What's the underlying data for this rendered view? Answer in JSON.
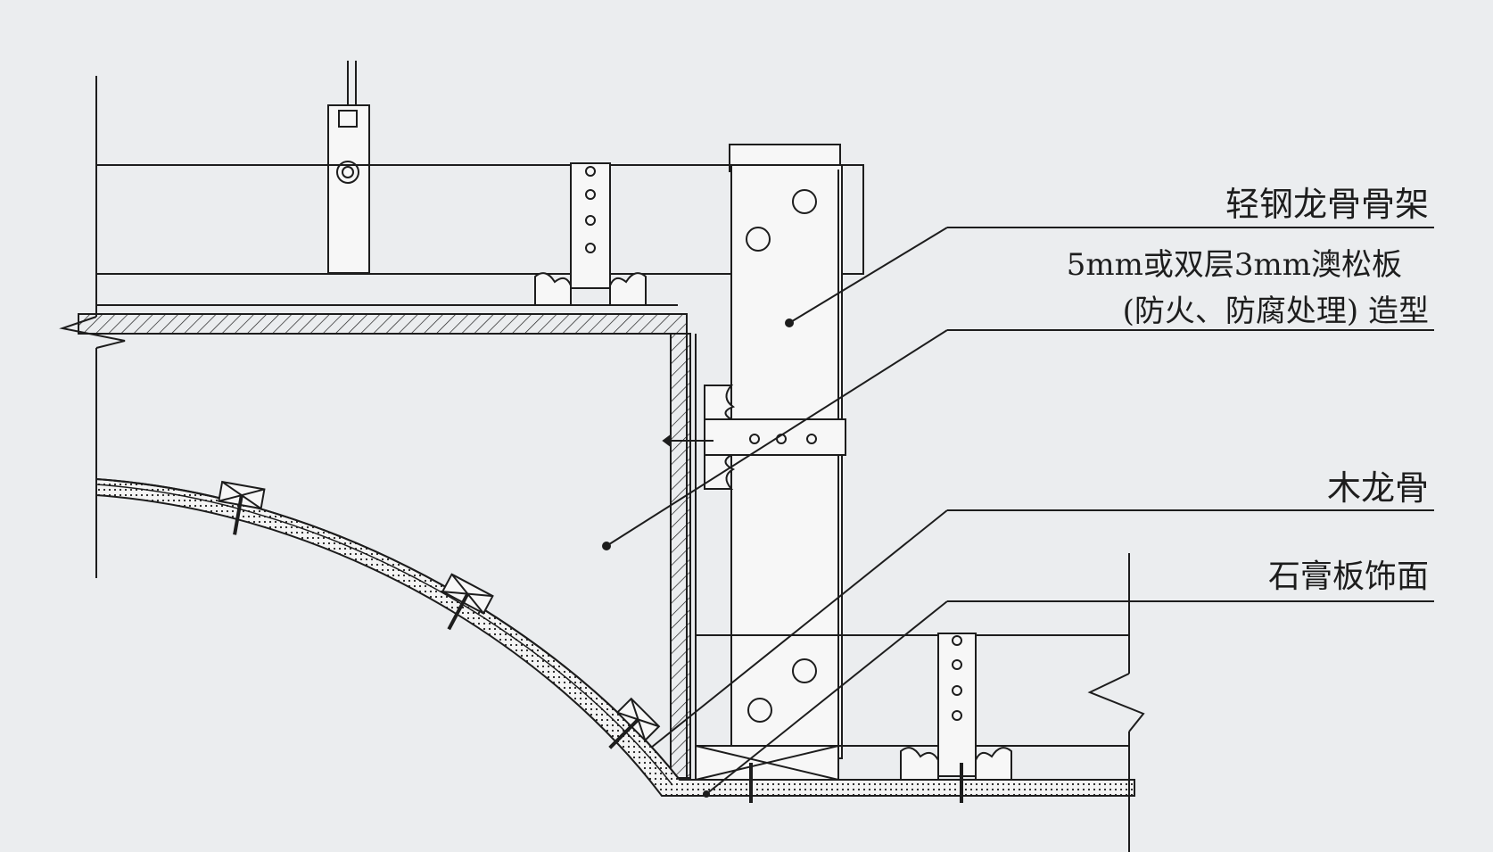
{
  "labels": {
    "steel_frame": "轻钢龙骨骨架",
    "board_line1": "5mm或双层3mm澳松板",
    "board_line2": "(防火、防腐处理) 造型",
    "wood_joist": "木龙骨",
    "gypsum_finish": "石膏板饰面"
  },
  "colors": {
    "background": "#ebedef",
    "line": "#1d1d1d",
    "fill_white": "#f7f7f7"
  }
}
